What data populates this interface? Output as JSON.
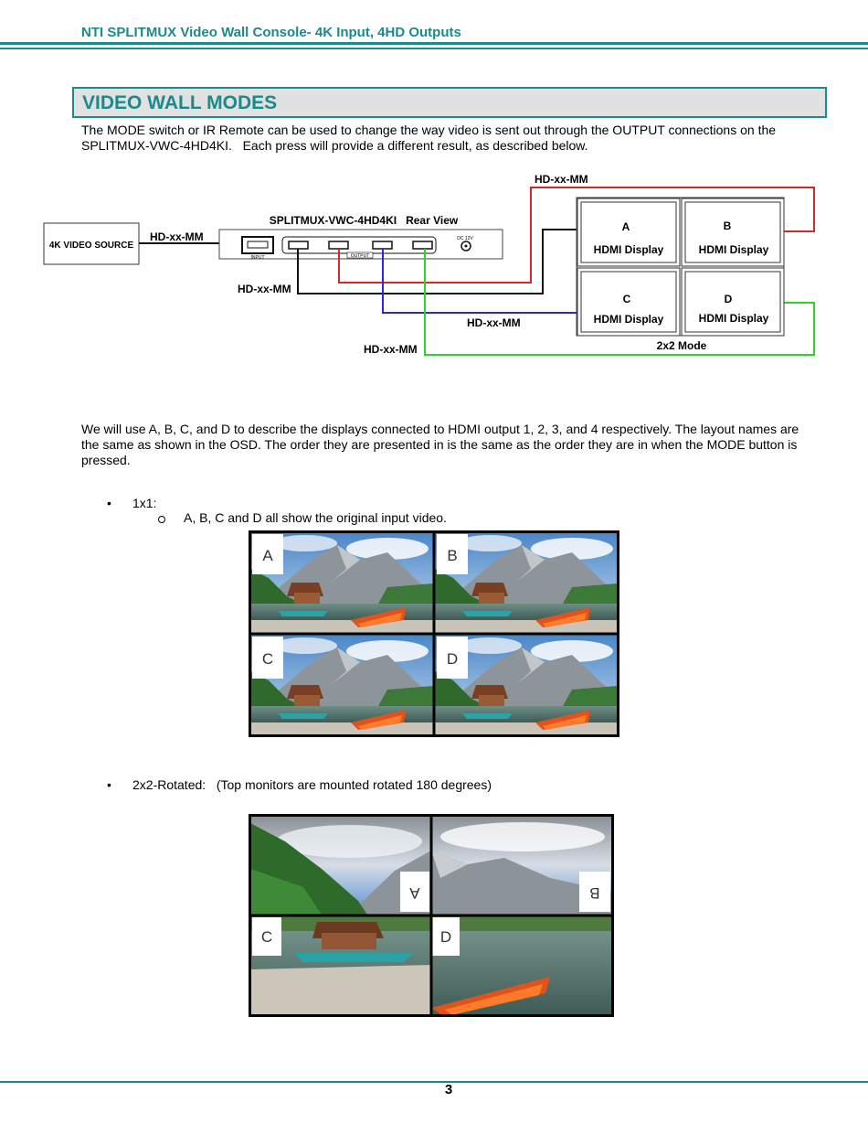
{
  "header": {
    "title": "NTI SPLITMUX Video Wall Console- 4K Input, 4HD Outputs"
  },
  "section": {
    "title": "VIDEO WALL MODES"
  },
  "intro": {
    "line1": "The MODE switch or IR Remote can be used to change the way video is sent out through the OUTPUT connections on the",
    "line2": "SPLITMUX-VWC-4HD4KI.   Each press will provide a different result, as described below."
  },
  "diagram": {
    "source_label": "4K VIDEO SOURCE",
    "input_cable": "HD-xx-MM",
    "device_title": "SPLITMUX-VWC-4HD4KI   Rear View",
    "input_port": "INPUT",
    "output_ports": "OUTPUT",
    "power": "DC 12V",
    "cable_top": "HD-xx-MM",
    "cable_black": "HD-xx-MM",
    "cable_blue": "HD-xx-MM",
    "cable_green": "HD-xx-MM",
    "displays": [
      {
        "letter": "A",
        "label": "HDMI Display"
      },
      {
        "letter": "B",
        "label": "HDMI Display"
      },
      {
        "letter": "C",
        "label": "HDMI Display"
      },
      {
        "letter": "D",
        "label": "HDMI Display"
      }
    ],
    "mode_label": "2x2 Mode",
    "colors": {
      "red": "#d42a2a",
      "black": "#111111",
      "blue": "#2a2ad0",
      "green": "#2cd52c"
    }
  },
  "description": {
    "line1": "We will use A, B, C, and D to describe the displays connected to HDMI output 1, 2, 3, and 4 respectively. The layout names are",
    "line2": "the same as shown in the OSD. The order they are presented in is the same as the order they are in when the MODE button is",
    "line3": "pressed."
  },
  "mode1": {
    "bullet": "•",
    "name": "1x1:",
    "sub_item": "A, B, C and D all show the original input video.",
    "tiles": [
      "A",
      "B",
      "C",
      "D"
    ]
  },
  "mode2": {
    "bullet": "•",
    "name": "2x2-Rotated:   (Top monitors are mounted rotated 180 degrees)",
    "tiles": [
      "A",
      "B",
      "C",
      "D"
    ]
  },
  "footer": {
    "page_number": "3"
  }
}
